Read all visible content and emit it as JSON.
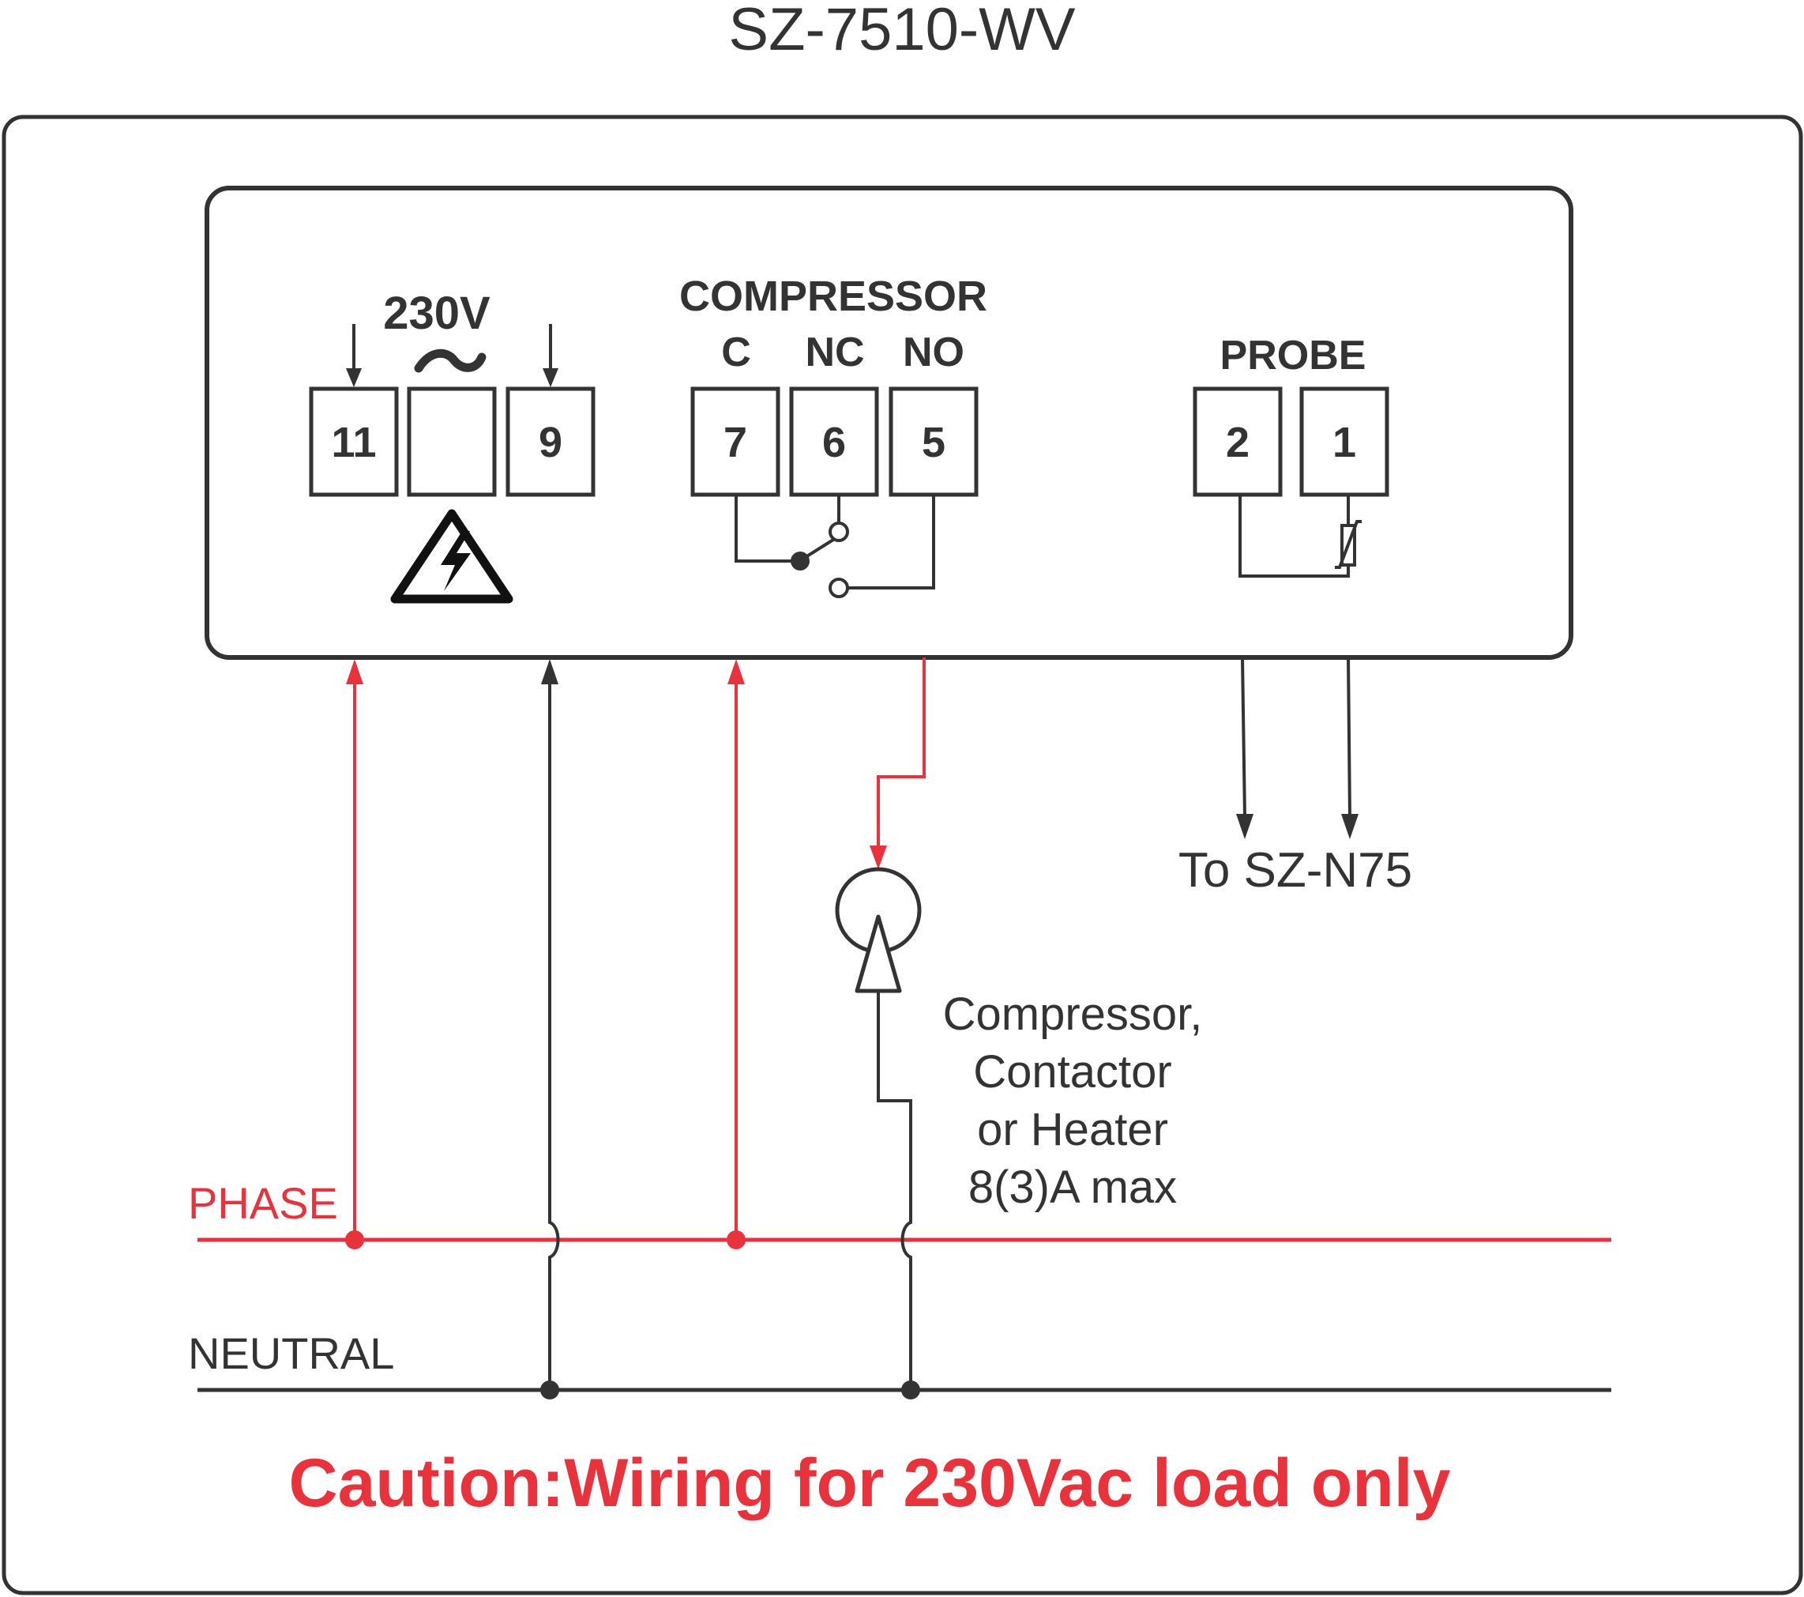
{
  "title": "SZ-7510-WV",
  "power": {
    "voltage_label": "230V",
    "ac_symbol": "~",
    "terminals": [
      "11",
      "",
      "9"
    ]
  },
  "compressor": {
    "label": "COMPRESSOR",
    "contacts": [
      "C",
      "NC",
      "NO"
    ],
    "terminals": [
      "7",
      "6",
      "5"
    ]
  },
  "probe": {
    "label": "PROBE",
    "terminals": [
      "2",
      "1"
    ],
    "destination": "To SZ-N75"
  },
  "load": {
    "lines": [
      "Compressor,",
      "Contactor",
      "or Heater",
      "8(3)A max"
    ]
  },
  "lines": {
    "phase": "PHASE",
    "neutral": "NEUTRAL"
  },
  "caution": "Caution:Wiring for 230Vac load only",
  "colors": {
    "phase": "#e8323c",
    "neutral": "#333333",
    "outline": "#333333"
  },
  "icons": [
    "high-voltage-warning-icon",
    "thermistor-probe-icon",
    "relay-switch-icon",
    "load-symbol-icon"
  ]
}
